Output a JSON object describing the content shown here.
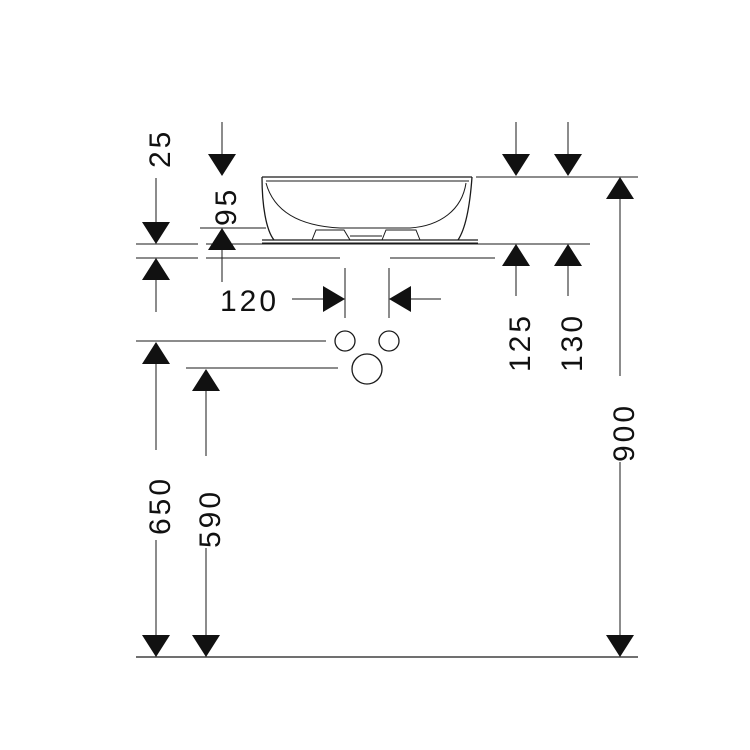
{
  "drawing": {
    "dimensions": {
      "d25": "25",
      "d95": "95",
      "d120": "120",
      "d125": "125",
      "d130": "130",
      "d650": "650",
      "d590": "590",
      "d900": "900"
    },
    "colors": {
      "line": "#1a1a1a",
      "arrow": "#111111",
      "background": "#ffffff"
    }
  }
}
